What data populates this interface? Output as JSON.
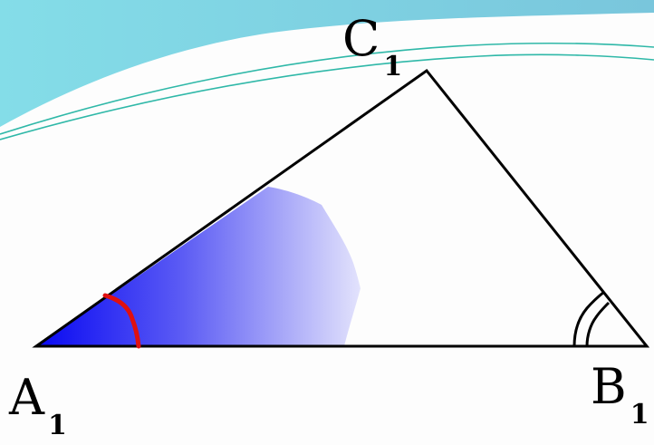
{
  "diagram": {
    "vertices": {
      "a": {
        "letter": "A",
        "index": "1"
      },
      "b": {
        "letter": "B",
        "index": "1"
      },
      "c": {
        "letter": "C",
        "index": "1"
      }
    },
    "colors": {
      "triangle_stroke": "#000000",
      "angle_mark_a": "#e01010",
      "angle_mark_b": "#000000",
      "fill_gradient_start": "#0a0af5",
      "fill_gradient_end": "#dcdcfb",
      "header_wave": "#7ccde0"
    }
  }
}
